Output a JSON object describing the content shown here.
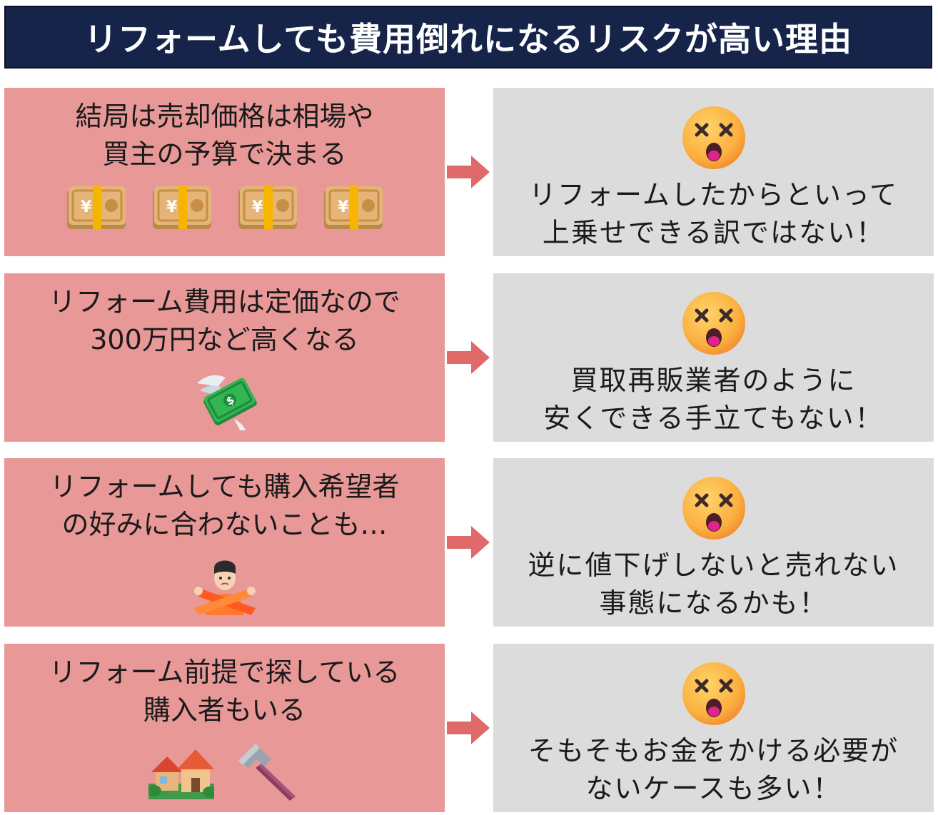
{
  "title": "リフォームしても費用倒れになるリスクが高い理由",
  "colors": {
    "title_bg": "#16244a",
    "cause_bg": "#e89897",
    "effect_bg": "#dcdcdc",
    "arrow": "#e06a6a"
  },
  "rows": [
    {
      "cause": "結局は売却価格は相場や\n買主の予算で決まる",
      "cause_icons": [
        "yen-banknote-icon",
        "yen-banknote-icon",
        "yen-banknote-icon",
        "yen-banknote-icon"
      ],
      "effect_icon": "dizzy-face-icon",
      "effect": "リフォームしたからといって\n上乗せできる訳ではない！"
    },
    {
      "cause": "リフォーム費用は定価なので\n300万円など高くなる",
      "cause_icons": [
        "money-with-wings-icon"
      ],
      "effect_icon": "dizzy-face-icon",
      "effect": "買取再販業者のように\n安くできる手立てもない！"
    },
    {
      "cause": "リフォームしても購入希望者\nの好みに合わないことも…",
      "cause_icons": [
        "person-gesturing-no-icon"
      ],
      "effect_icon": "dizzy-face-icon",
      "effect": "逆に値下げしないと売れない\n事態になるかも！"
    },
    {
      "cause": "リフォーム前提で探している\n購入者もいる",
      "cause_icons": [
        "houses-icon",
        "hammer-icon"
      ],
      "effect_icon": "dizzy-face-icon",
      "effect": "そもそもお金をかける必要が\nないケースも多い！"
    }
  ]
}
